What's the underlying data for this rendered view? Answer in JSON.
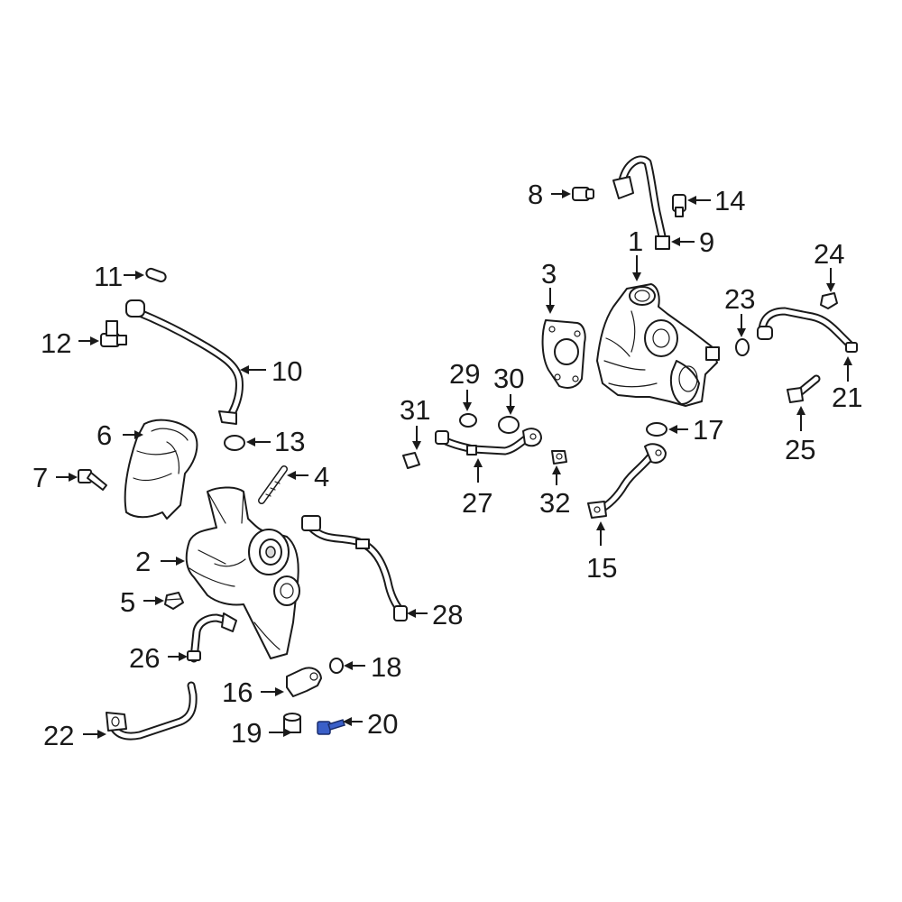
{
  "diagram": {
    "callouts": {
      "c1": "1",
      "c2": "2",
      "c3": "3",
      "c4": "4",
      "c5": "5",
      "c6": "6",
      "c7": "7",
      "c8": "8",
      "c9": "9",
      "c10": "10",
      "c11": "11",
      "c12": "12",
      "c13": "13",
      "c14": "14",
      "c15": "15",
      "c16": "16",
      "c17": "17",
      "c18": "18",
      "c19": "19",
      "c20": "20",
      "c21": "21",
      "c22": "22",
      "c23": "23",
      "c24": "24",
      "c25": "25",
      "c26": "26",
      "c27": "27",
      "c28": "28",
      "c29": "29",
      "c30": "30",
      "c31": "31",
      "c32": "32"
    },
    "highlighted_part": "20",
    "colors": {
      "line": "#1a1a1a",
      "background": "#ffffff",
      "highlight": "#3a5fc8"
    }
  }
}
